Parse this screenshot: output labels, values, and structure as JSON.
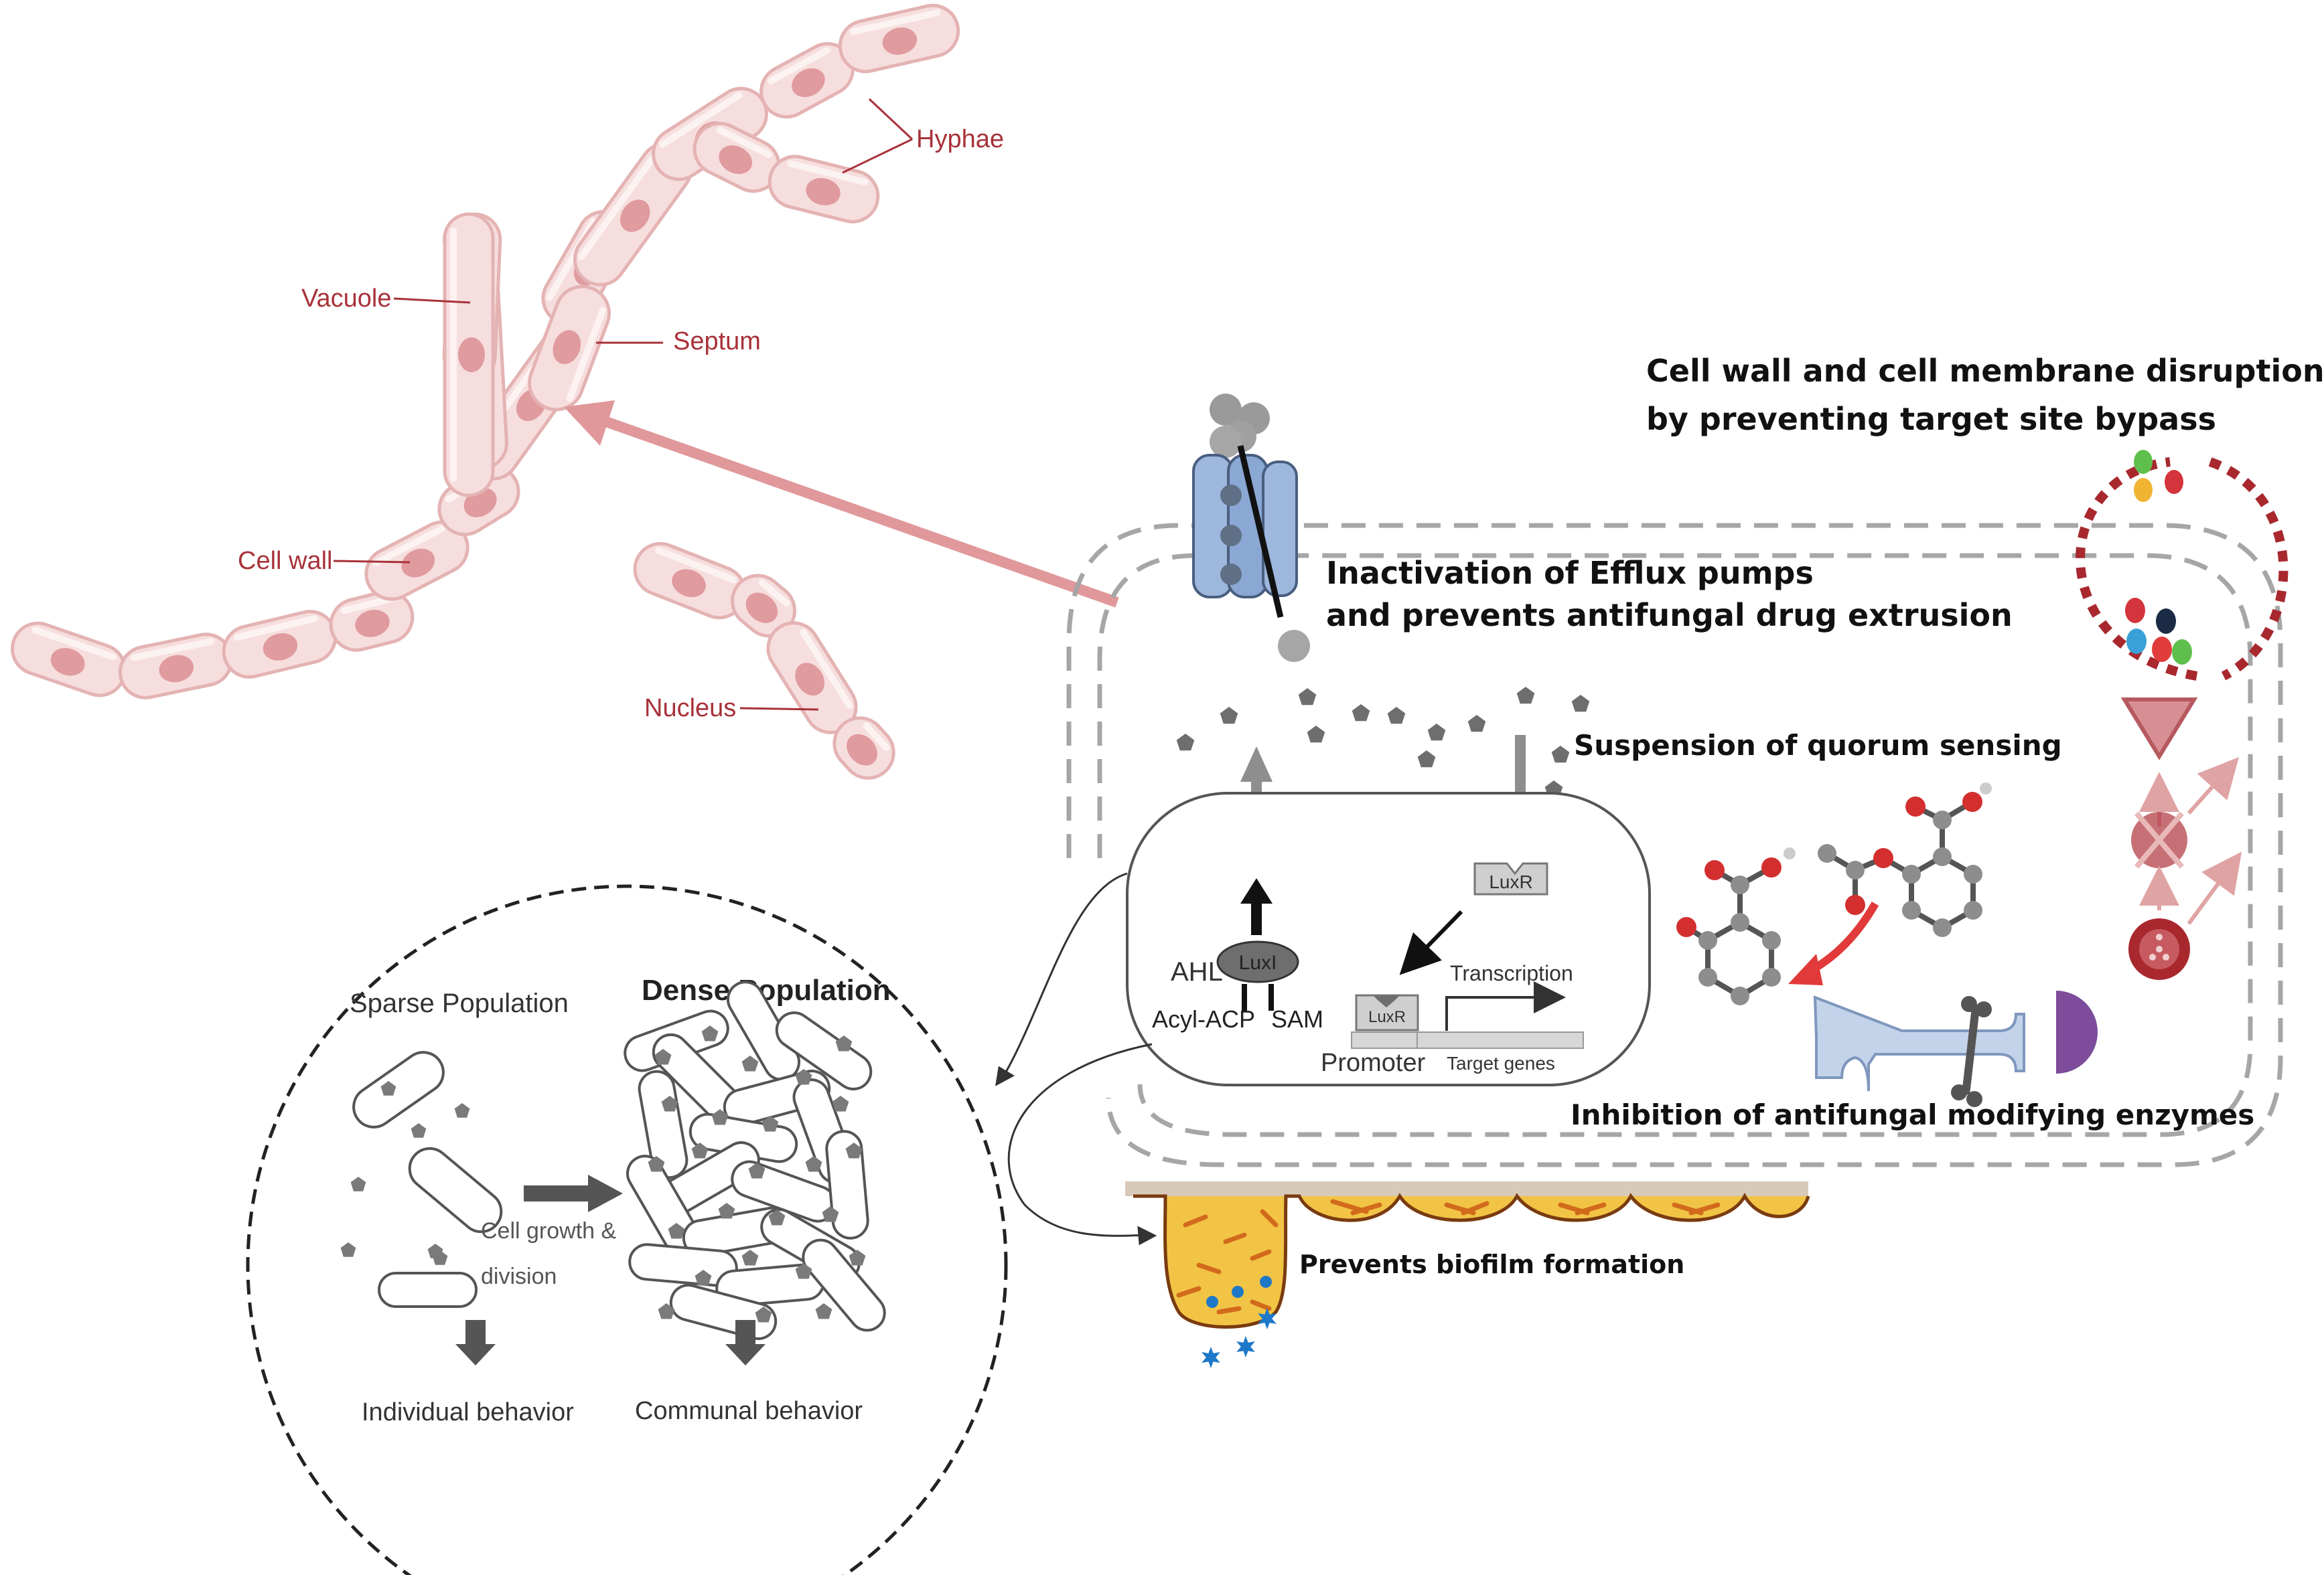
{
  "hyphae": {
    "hyphae_label": "Hyphae",
    "vacuole_label": "Vacuole",
    "septum_label": "Septum",
    "cell_wall_label": "Cell wall",
    "nucleus_label": "Nucleus"
  },
  "mechanisms": {
    "cell_wall_line1": "Cell wall and cell membrane disruption",
    "cell_wall_line2": "by preventing target site bypass",
    "efflux_line1": "Inactivation of Efflux pumps",
    "efflux_line2": "and prevents antifungal drug extrusion",
    "quorum": "Suspension of quorum sensing",
    "enzymes": "Inhibition of antifungal modifying enzymes",
    "biofilm": "Prevents biofilm formation"
  },
  "qs_cell": {
    "ahl": "AHL",
    "luxi": "LuxI",
    "acyl_acp": "Acyl-ACP",
    "sam": "SAM",
    "luxr_top": "LuxR",
    "luxr_bottom": "LuxR",
    "transcription": "Transcription",
    "promoter": "Promoter",
    "target_genes": "Target genes"
  },
  "population": {
    "sparse": "Sparse Population",
    "dense": "Dense Population",
    "growth_line1": "Cell growth &",
    "growth_line2": "division",
    "individual": "Individual behavior",
    "communal": "Communal behavior"
  },
  "colors": {
    "hypha_fill": "#f7dede",
    "hypha_stroke": "#e4b3b3",
    "nucleus": "#d98a8e",
    "label_red": "#a8323a",
    "pink_arrow": "#e0989a",
    "pump_blue": "#9db7dd",
    "dark_red": "#a8282e",
    "biofilm_yellow": "#f2c445"
  }
}
